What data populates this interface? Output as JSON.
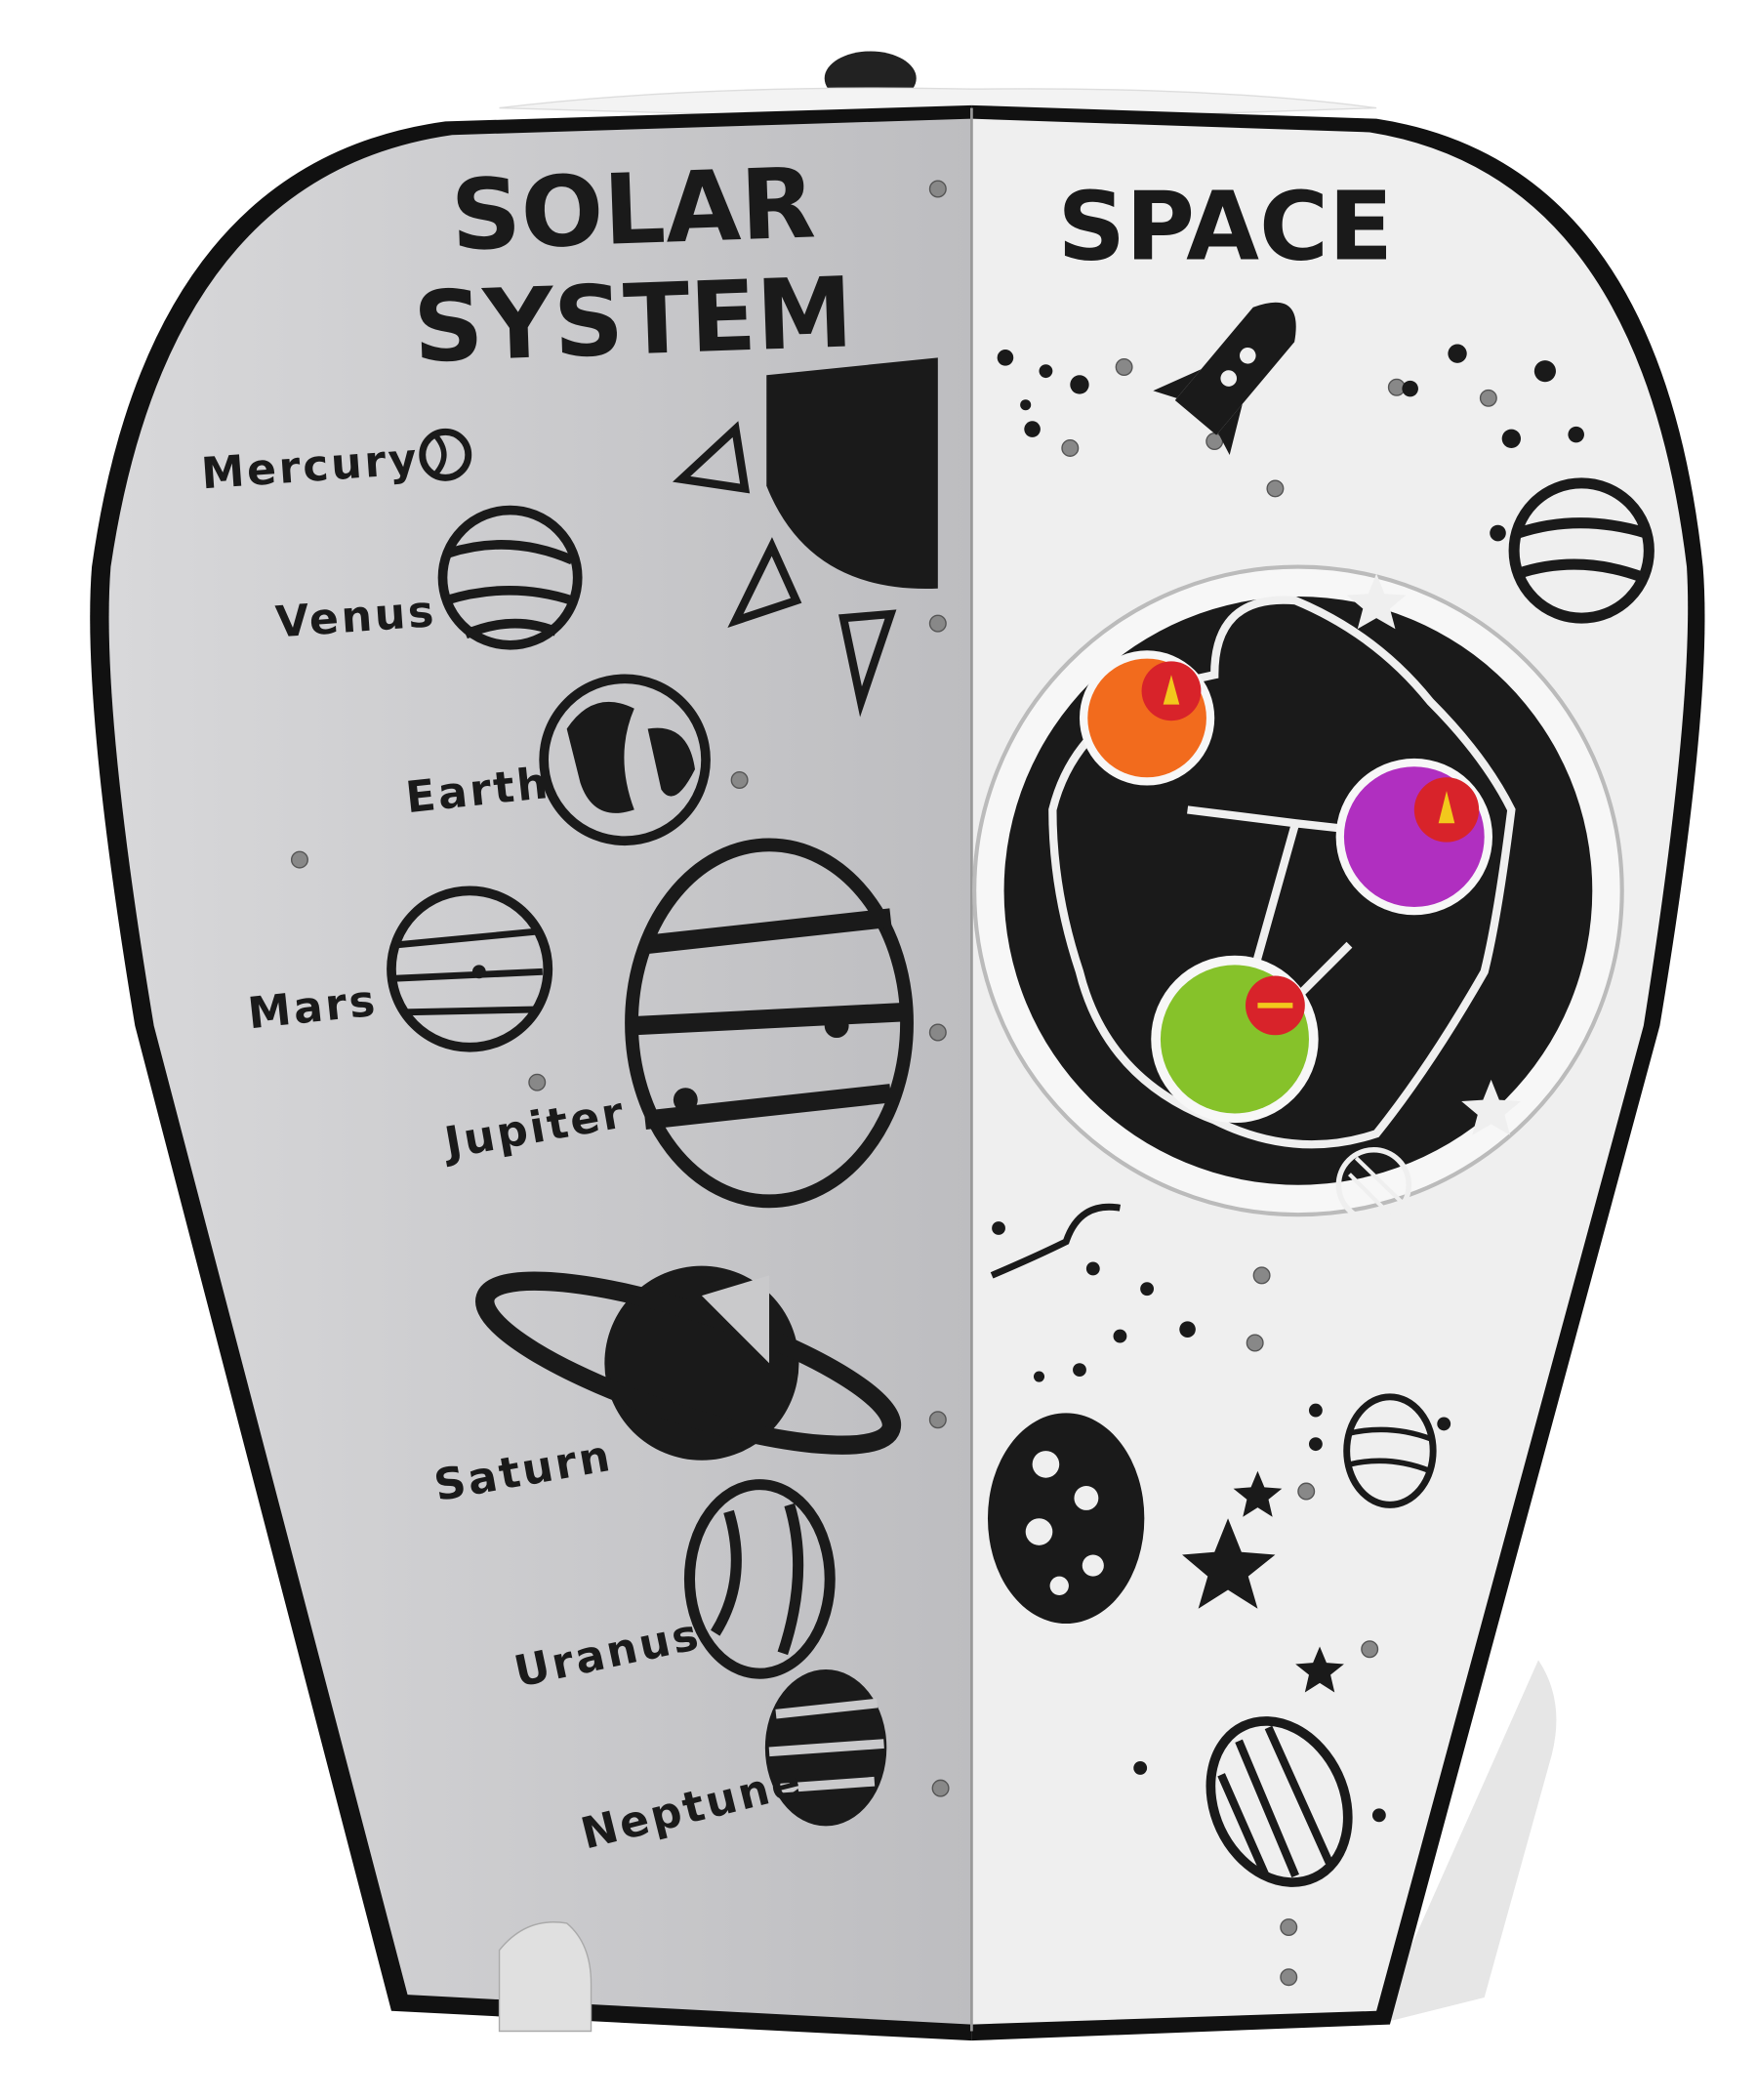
{
  "left_panel": {
    "title_line1": "SOLAR",
    "title_line2": "SYSTEM",
    "planets": [
      "Mercury",
      "Venus",
      "Earth",
      "Mars",
      "Jupiter",
      "Saturn",
      "Uranus",
      "Neptune"
    ]
  },
  "right_panel": {
    "title": "SPACE"
  },
  "colors": {
    "panel_left": "#c9c9cb",
    "panel_right": "#eeeeee",
    "ink": "#1a1a1a",
    "orange": "#f26b1d",
    "purple": "#b02fc0",
    "green": "#86c22a",
    "red": "#d8232a",
    "yellow": "#f2c81c"
  }
}
